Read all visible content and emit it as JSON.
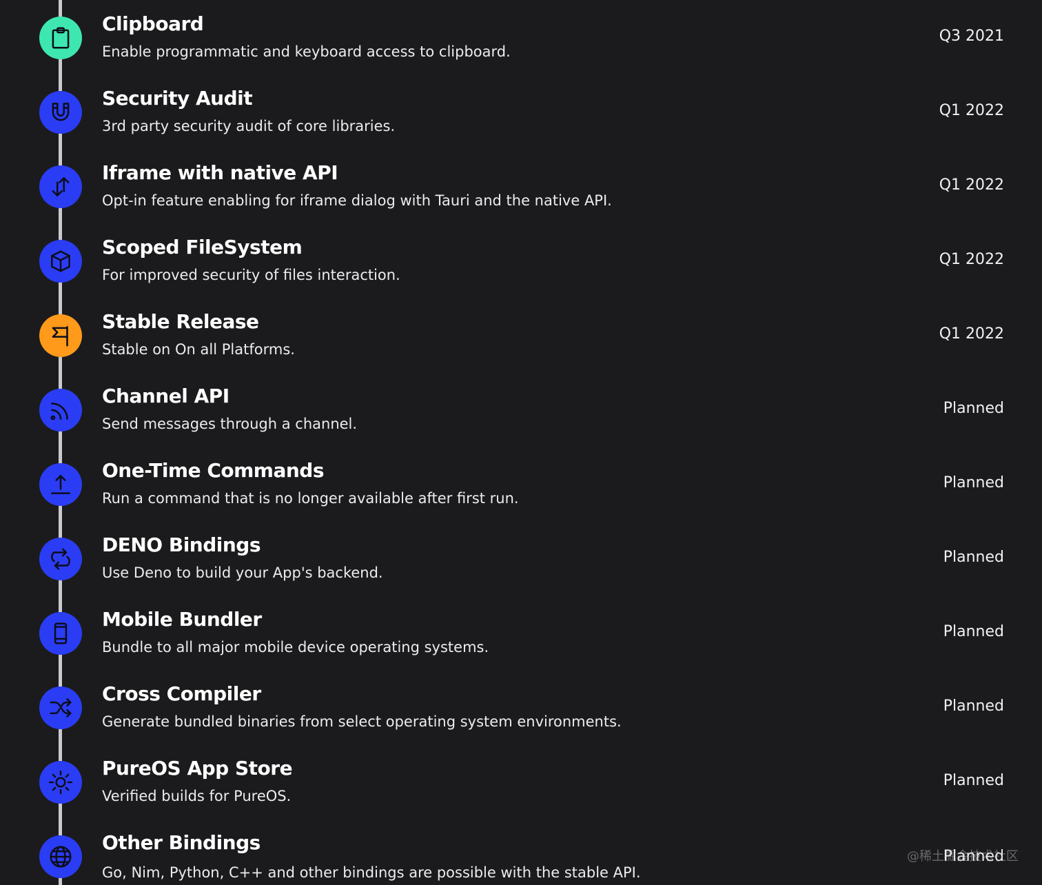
{
  "colors": {
    "background": "#1b1b1d",
    "timeline": "#c9c9cf",
    "blue": "#2a3df4",
    "mint": "#3ee7b0",
    "orange": "#ff9a1a"
  },
  "items": [
    {
      "title": "Clipboard",
      "description": "Enable programmatic and keyboard access to clipboard.",
      "date": "Q3 2021",
      "icon": "clipboard-icon",
      "color": "#3ee7b0"
    },
    {
      "title": "Security Audit",
      "description": "3rd party security audit of core libraries.",
      "date": "Q1 2022",
      "icon": "magnet-icon",
      "color": "#2a3df4"
    },
    {
      "title": "Iframe with native API",
      "description": "Opt-in feature enabling for iframe dialog with Tauri and the native API.",
      "date": "Q1 2022",
      "icon": "arrows-up-down-icon",
      "color": "#2a3df4"
    },
    {
      "title": "Scoped FileSystem",
      "description": "For improved security of files interaction.",
      "date": "Q1 2022",
      "icon": "box-icon",
      "color": "#2a3df4"
    },
    {
      "title": "Stable Release",
      "description": "Stable on On all Platforms.",
      "date": "Q1 2022",
      "icon": "flag-icon",
      "color": "#ff9a1a"
    },
    {
      "title": "Channel API",
      "description": "Send messages through a channel.",
      "date": "Planned",
      "icon": "rss-icon",
      "color": "#2a3df4"
    },
    {
      "title": "One-Time Commands",
      "description": "Run a command that is no longer available after first run.",
      "date": "Planned",
      "icon": "upload-icon",
      "color": "#2a3df4"
    },
    {
      "title": "DENO Bindings",
      "description": "Use Deno to build your App's backend.",
      "date": "Planned",
      "icon": "repeat-icon",
      "color": "#2a3df4"
    },
    {
      "title": "Mobile Bundler",
      "description": "Bundle to all major mobile device operating systems.",
      "date": "Planned",
      "icon": "mobile-icon",
      "color": "#2a3df4"
    },
    {
      "title": "Cross Compiler",
      "description": "Generate bundled binaries from select operating system environments.",
      "date": "Planned",
      "icon": "shuffle-icon",
      "color": "#2a3df4"
    },
    {
      "title": "PureOS App Store",
      "description": "Verified builds for PureOS.",
      "date": "Planned",
      "icon": "sun-icon",
      "color": "#2a3df4"
    },
    {
      "title": "Other Bindings",
      "description": "Go, Nim, Python, C++ and other bindings are possible with the stable API.",
      "date": "Planned",
      "icon": "globe-icon",
      "color": "#2a3df4"
    }
  ],
  "watermark": "@稀土掘金技术社区"
}
